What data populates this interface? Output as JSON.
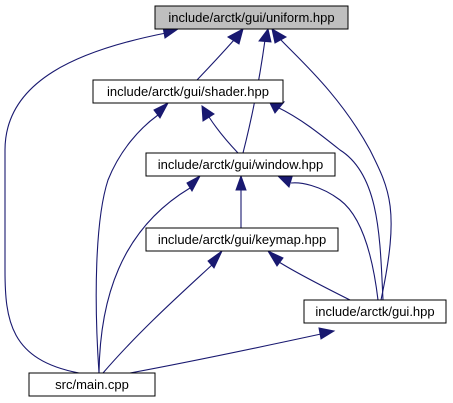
{
  "graph": {
    "colors": {
      "edge": "#191970",
      "node_fill": "#ffffff",
      "highlight_fill": "#bfbfbf",
      "node_border": "#000000"
    },
    "nodes": [
      {
        "id": "uniform",
        "label": "include/arctk/gui/uniform.hpp",
        "highlighted": true
      },
      {
        "id": "shader",
        "label": "include/arctk/gui/shader.hpp",
        "highlighted": false
      },
      {
        "id": "window",
        "label": "include/arctk/gui/window.hpp",
        "highlighted": false
      },
      {
        "id": "keymap",
        "label": "include/arctk/gui/keymap.hpp",
        "highlighted": false
      },
      {
        "id": "gui",
        "label": "include/arctk/gui.hpp",
        "highlighted": false
      },
      {
        "id": "main",
        "label": "src/main.cpp",
        "highlighted": false
      }
    ],
    "edges": [
      {
        "from": "shader",
        "to": "uniform"
      },
      {
        "from": "window",
        "to": "uniform"
      },
      {
        "from": "gui",
        "to": "uniform"
      },
      {
        "from": "main",
        "to": "uniform"
      },
      {
        "from": "window",
        "to": "shader"
      },
      {
        "from": "gui",
        "to": "shader"
      },
      {
        "from": "main",
        "to": "shader"
      },
      {
        "from": "keymap",
        "to": "window"
      },
      {
        "from": "gui",
        "to": "window"
      },
      {
        "from": "main",
        "to": "window"
      },
      {
        "from": "gui",
        "to": "keymap"
      },
      {
        "from": "main",
        "to": "keymap"
      },
      {
        "from": "main",
        "to": "gui"
      }
    ]
  }
}
